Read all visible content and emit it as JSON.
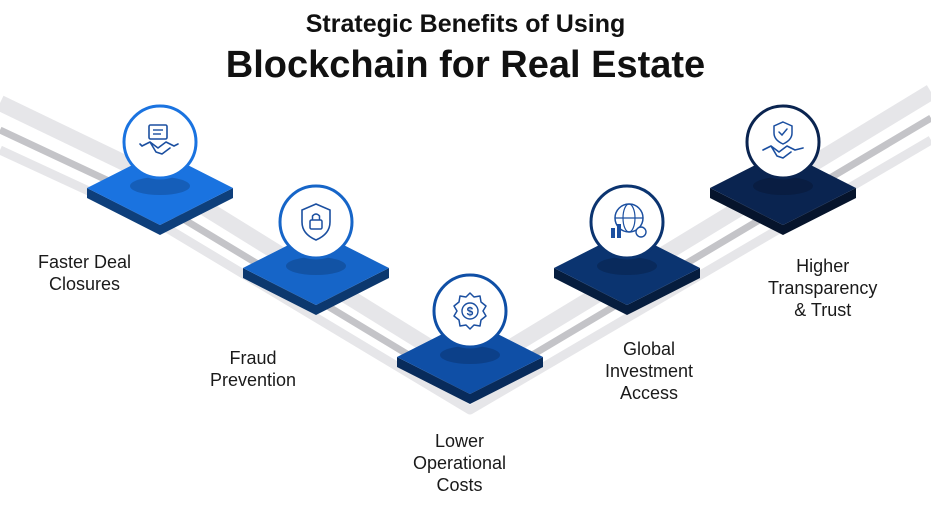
{
  "title": {
    "line1": "Strategic Benefits of Using",
    "line2": "Blockchain for Real Estate"
  },
  "colors": {
    "track_light": "#e6e6e9",
    "track_dark": "#c4c4c8",
    "step_1": "#1a73e0",
    "step_2": "#1665c8",
    "step_3": "#0f4fa6",
    "step_4": "#0b3470",
    "step_5": "#0a2450",
    "icon_stroke": "#1b4fa0"
  },
  "steps": [
    {
      "id": "faster-deal-closures",
      "label_lines": [
        "Faster Deal",
        "Closures"
      ],
      "icon": "handshake-document-icon"
    },
    {
      "id": "fraud-prevention",
      "label_lines": [
        "Fraud",
        "Prevention"
      ],
      "icon": "shield-lock-icon"
    },
    {
      "id": "lower-operational-costs",
      "label_lines": [
        "Lower",
        "Operational",
        "Costs"
      ],
      "icon": "gear-dollar-icon"
    },
    {
      "id": "global-investment-access",
      "label_lines": [
        "Global",
        "Investment",
        "Access"
      ],
      "icon": "globe-chart-icon"
    },
    {
      "id": "higher-transparency-trust",
      "label_lines": [
        "Higher",
        "Transparency",
        "& Trust"
      ],
      "icon": "shield-handshake-icon"
    }
  ]
}
